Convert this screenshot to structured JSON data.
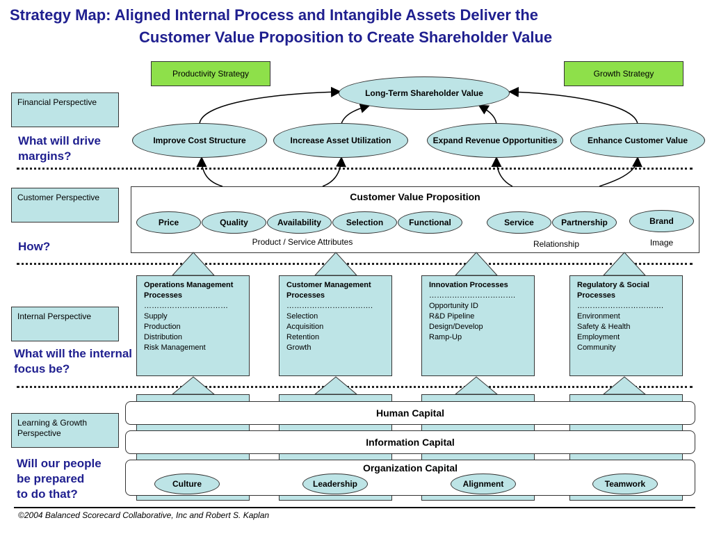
{
  "title": {
    "line1": "Strategy Map: Aligned Internal Process and Intangible Assets Deliver the",
    "line2": "Customer Value Proposition to Create Shareholder Value"
  },
  "strategies": {
    "productivity": "Productivity Strategy",
    "growth": "Growth Strategy"
  },
  "perspectives": {
    "financial": {
      "label": "Financial Perspective",
      "question": "What will drive margins?"
    },
    "customer": {
      "label": "Customer Perspective",
      "question": "How?"
    },
    "internal": {
      "label": "Internal Perspective",
      "question": "What will the internal focus be?"
    },
    "learning": {
      "label": "Learning & Growth Perspective",
      "question_lines": [
        "Will our people",
        "be prepared",
        "to do that?"
      ]
    }
  },
  "financial": {
    "top": "Long-Term Shareholder Value",
    "ovals": [
      "Improve Cost Structure",
      "Increase Asset Utilization",
      "Expand Revenue Opportunities",
      "Enhance Customer Value"
    ]
  },
  "customer_value": {
    "title": "Customer Value Proposition",
    "attributes": [
      "Price",
      "Quality",
      "Availability",
      "Selection",
      "Functional"
    ],
    "relationship": [
      "Service",
      "Partnership"
    ],
    "brand": "Brand",
    "attributes_label": "Product / Service Attributes",
    "relationship_label": "Relationship",
    "image_label": "Image"
  },
  "processes": [
    {
      "title": "Operations Management Processes",
      "dots": "……………………………",
      "items": [
        "Supply",
        "Production",
        "Distribution",
        "Risk Management"
      ]
    },
    {
      "title": "Customer Management Processes",
      "dots": "…………………………….",
      "items": [
        "Selection",
        "Acquisition",
        "Retention",
        "Growth"
      ]
    },
    {
      "title": "Innovation Processes",
      "dots": "…………………………….",
      "items": [
        "Opportunity ID",
        "R&D Pipeline",
        "Design/Develop",
        "Ramp-Up"
      ]
    },
    {
      "title": "Regulatory & Social Processes",
      "dots": "…………………………….",
      "items": [
        "Environment",
        "Safety & Health",
        "Employment",
        "Community"
      ]
    }
  ],
  "capital": {
    "human": "Human Capital",
    "information": "Information Capital",
    "organization": "Organization Capital",
    "org_items": [
      "Culture",
      "Leadership",
      "Alignment",
      "Teamwork"
    ]
  },
  "footer": "©2004 Balanced Scorecard Collaborative, Inc and Robert S. Kaplan"
}
